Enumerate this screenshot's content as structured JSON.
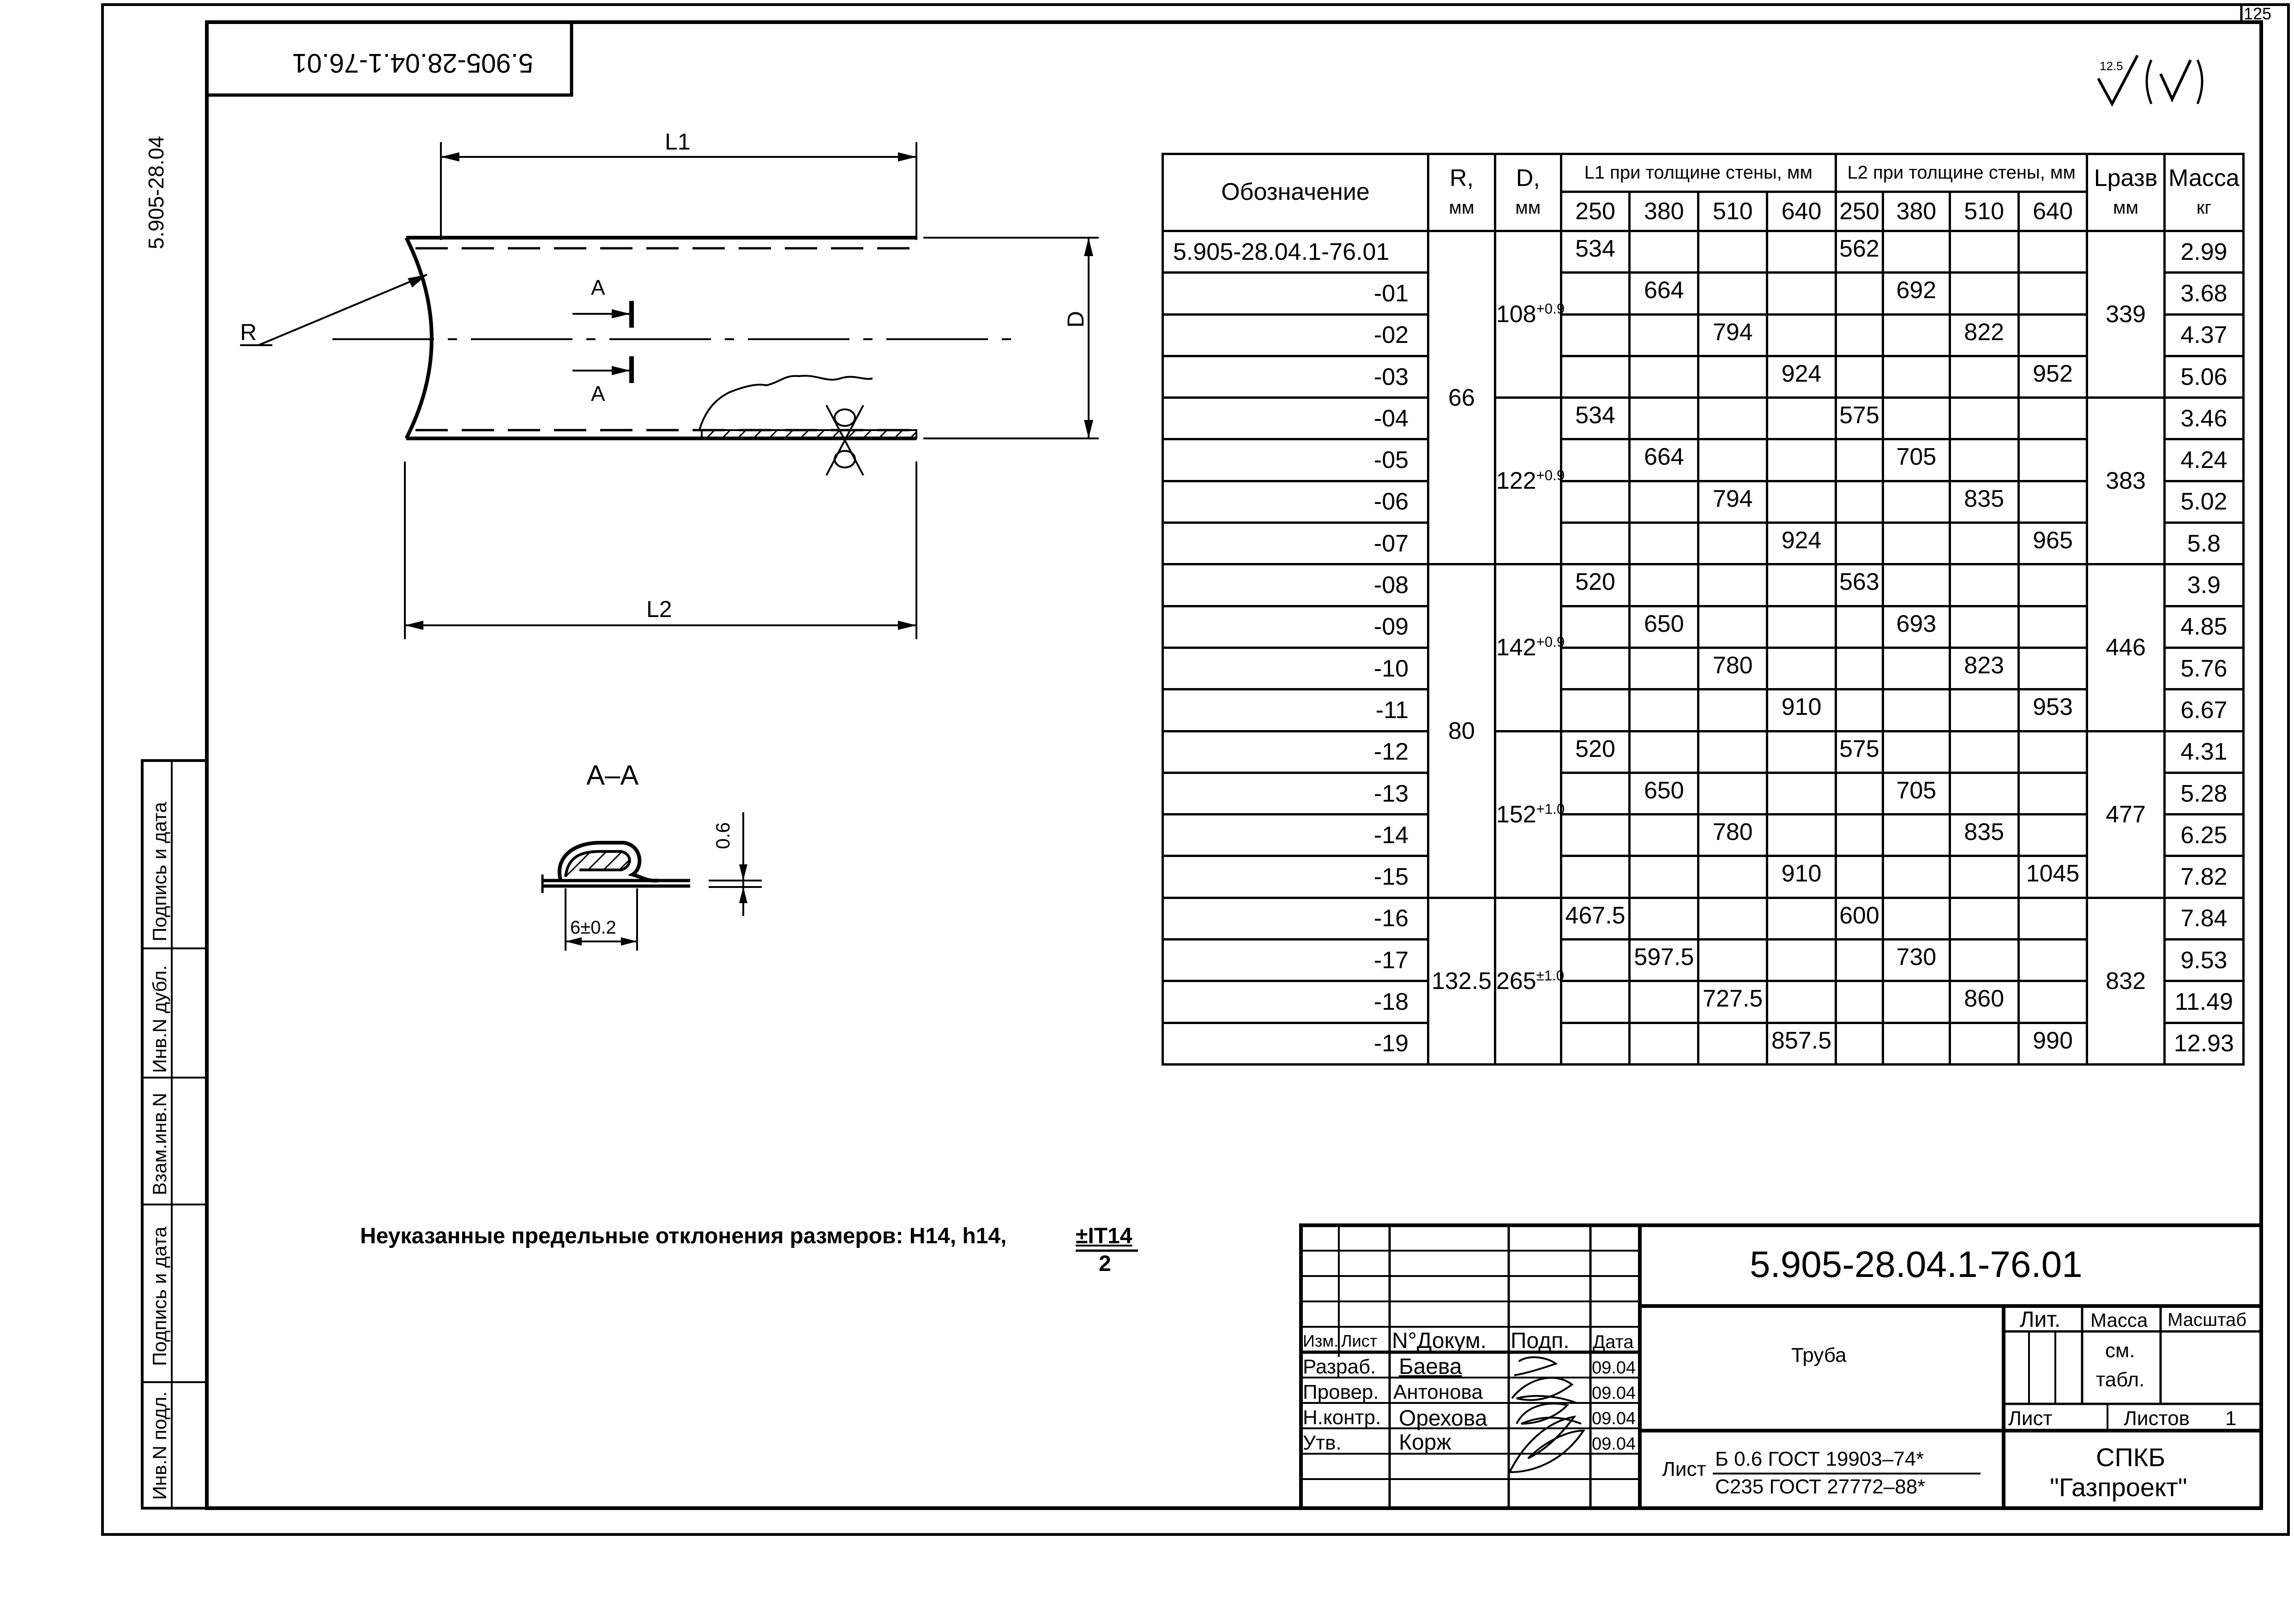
{
  "page_number": "125",
  "side_doc_code": "5.905-28.04",
  "rotated_stamp": "5.905-28.04.1-76.01",
  "roughness": {
    "value": "12.5",
    "paren": "(√)"
  },
  "drawing": {
    "label_l1": "L1",
    "label_l2": "L2",
    "label_d": "D",
    "label_r": "R",
    "label_a_top": "A",
    "label_a_bottom": "A",
    "section_title": "А–А",
    "section_thickness": "0.6",
    "section_width": "6±0.2"
  },
  "table": {
    "headers": {
      "designation": "Обозначение",
      "r": "R,",
      "r_unit": "мм",
      "d": "D,",
      "d_unit": "мм",
      "l1_group": "L1 при толщине стены, мм",
      "l2_group": "L2 при толщине стены, мм",
      "lrazv": "Lразв",
      "lrazv_unit": "мм",
      "mass": "Масса",
      "mass_unit": "кг",
      "walls": [
        "250",
        "380",
        "510",
        "640"
      ]
    },
    "r_groups": [
      "66",
      "80",
      "132.5"
    ],
    "d_groups": [
      {
        "base": "108",
        "tol": "+0.9"
      },
      {
        "base": "122",
        "tol": "+0.9"
      },
      {
        "base": "142",
        "tol": "+0.9"
      },
      {
        "base": "152",
        "tol": "+1.0"
      },
      {
        "base": "265",
        "tol": "±1.0"
      }
    ],
    "lrazv_groups": [
      "339",
      "383",
      "446",
      "477",
      "832"
    ],
    "rows": [
      {
        "des": "5.905-28.04.1-76.01",
        "l1": [
          "534",
          "",
          "",
          ""
        ],
        "l2": [
          "562",
          "",
          "",
          ""
        ],
        "mass": "2.99"
      },
      {
        "des": "-01",
        "l1": [
          "",
          "664",
          "",
          ""
        ],
        "l2": [
          "",
          "692",
          "",
          ""
        ],
        "mass": "3.68"
      },
      {
        "des": "-02",
        "l1": [
          "",
          "",
          "794",
          ""
        ],
        "l2": [
          "",
          "",
          "822",
          ""
        ],
        "mass": "4.37"
      },
      {
        "des": "-03",
        "l1": [
          "",
          "",
          "",
          "924"
        ],
        "l2": [
          "",
          "",
          "",
          "952"
        ],
        "mass": "5.06"
      },
      {
        "des": "-04",
        "l1": [
          "534",
          "",
          "",
          ""
        ],
        "l2": [
          "575",
          "",
          "",
          ""
        ],
        "mass": "3.46"
      },
      {
        "des": "-05",
        "l1": [
          "",
          "664",
          "",
          ""
        ],
        "l2": [
          "",
          "705",
          "",
          ""
        ],
        "mass": "4.24"
      },
      {
        "des": "-06",
        "l1": [
          "",
          "",
          "794",
          ""
        ],
        "l2": [
          "",
          "",
          "835",
          ""
        ],
        "mass": "5.02"
      },
      {
        "des": "-07",
        "l1": [
          "",
          "",
          "",
          "924"
        ],
        "l2": [
          "",
          "",
          "",
          "965"
        ],
        "mass": "5.8"
      },
      {
        "des": "-08",
        "l1": [
          "520",
          "",
          "",
          ""
        ],
        "l2": [
          "563",
          "",
          "",
          ""
        ],
        "mass": "3.9"
      },
      {
        "des": "-09",
        "l1": [
          "",
          "650",
          "",
          ""
        ],
        "l2": [
          "",
          "693",
          "",
          ""
        ],
        "mass": "4.85"
      },
      {
        "des": "-10",
        "l1": [
          "",
          "",
          "780",
          ""
        ],
        "l2": [
          "",
          "",
          "823",
          ""
        ],
        "mass": "5.76"
      },
      {
        "des": "-11",
        "l1": [
          "",
          "",
          "",
          "910"
        ],
        "l2": [
          "",
          "",
          "",
          "953"
        ],
        "mass": "6.67"
      },
      {
        "des": "-12",
        "l1": [
          "520",
          "",
          "",
          ""
        ],
        "l2": [
          "575",
          "",
          "",
          ""
        ],
        "mass": "4.31"
      },
      {
        "des": "-13",
        "l1": [
          "",
          "650",
          "",
          ""
        ],
        "l2": [
          "",
          "705",
          "",
          ""
        ],
        "mass": "5.28"
      },
      {
        "des": "-14",
        "l1": [
          "",
          "",
          "780",
          ""
        ],
        "l2": [
          "",
          "",
          "835",
          ""
        ],
        "mass": "6.25"
      },
      {
        "des": "-15",
        "l1": [
          "",
          "",
          "",
          "910"
        ],
        "l2": [
          "",
          "",
          "",
          "1045"
        ],
        "mass": "7.82"
      },
      {
        "des": "-16",
        "l1": [
          "467.5",
          "",
          "",
          ""
        ],
        "l2": [
          "600",
          "",
          "",
          ""
        ],
        "mass": "7.84"
      },
      {
        "des": "-17",
        "l1": [
          "",
          "597.5",
          "",
          ""
        ],
        "l2": [
          "",
          "730",
          "",
          ""
        ],
        "mass": "9.53"
      },
      {
        "des": "-18",
        "l1": [
          "",
          "",
          "727.5",
          ""
        ],
        "l2": [
          "",
          "",
          "860",
          ""
        ],
        "mass": "11.49"
      },
      {
        "des": "-19",
        "l1": [
          "",
          "",
          "",
          "857.5"
        ],
        "l2": [
          "",
          "",
          "",
          "990"
        ],
        "mass": "12.93"
      }
    ]
  },
  "note": {
    "text": "Неуказанные предельные  отклонения размеров: H14, h14,",
    "fraction_num": "±IT14",
    "fraction_den": "2"
  },
  "left_strip": [
    "Инв.N подл.",
    "Подпись и дата",
    "Взам.инв.N",
    "Инв.N дубл.",
    "Подпись и дата"
  ],
  "title_block": {
    "doc_code": "5.905-28.04.1-76.01",
    "col_headers": [
      "Изм.",
      "Лист",
      "N°Докум.",
      "Подп.",
      "Дата"
    ],
    "roles": [
      "Разраб.",
      "Провер.",
      "Н.контр.",
      "Утв."
    ],
    "names": [
      "Баева",
      "Антонова",
      "Орехова",
      "Корж"
    ],
    "dates": [
      "09.04",
      "09.04",
      "09.04",
      "09.04"
    ],
    "item_name": "Труба",
    "lit": "Лит.",
    "mass": "Масса",
    "scale": "Масштаб",
    "mass_value_1": "см.",
    "mass_value_2": "табл.",
    "sheet": "Лист",
    "sheets": "Листов",
    "sheets_value": "1",
    "material_prefix": "Лист",
    "material_top": "Б  0.6  ГОСТ  19903–74*",
    "material_bottom": "С235  ГОСТ  27772–88*",
    "org_line1": "СПКБ",
    "org_line2": "\"Газпроект\""
  }
}
